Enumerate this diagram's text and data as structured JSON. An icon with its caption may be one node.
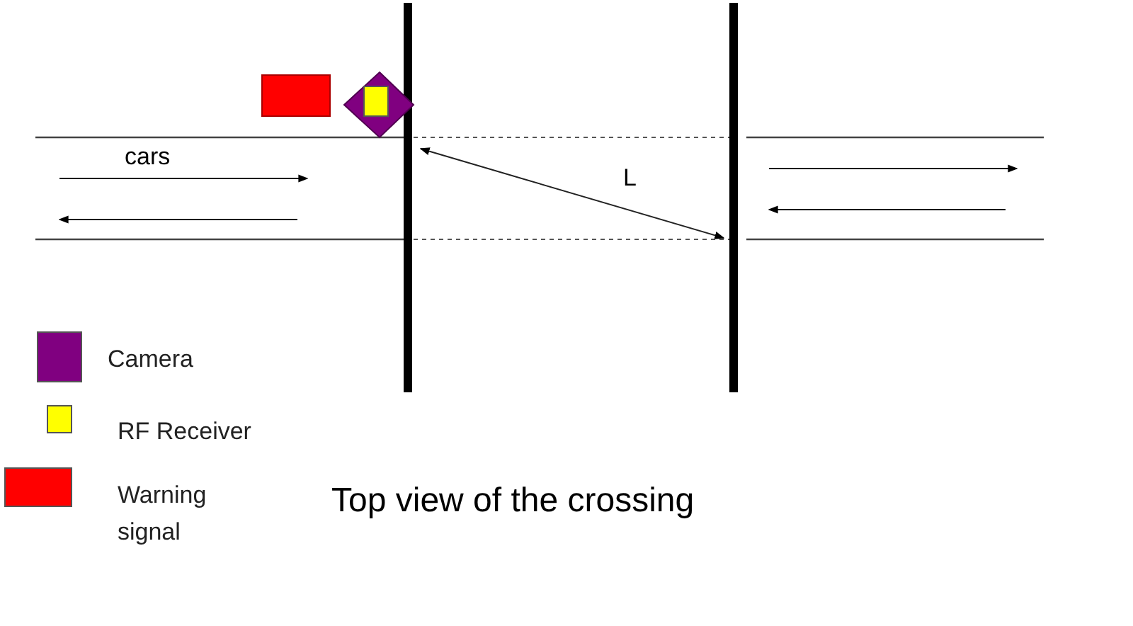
{
  "diagram": {
    "caption": "Top view of the crossing",
    "labels": [
      "cars",
      "L"
    ],
    "legend": [
      {
        "text": "Camera",
        "color": "#800080"
      },
      {
        "text": "RF Receiver",
        "color": "#ffff00"
      },
      {
        "text": "Warning signal",
        "color": "#ff0000"
      }
    ]
  }
}
